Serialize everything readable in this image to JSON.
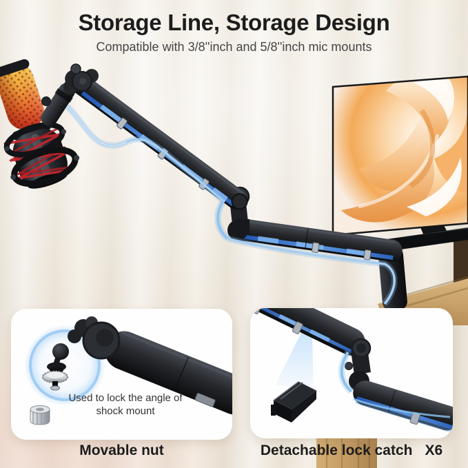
{
  "header": {
    "title": "Storage Line, Storage Design",
    "subtitle": "Compatible with 3/8''inch and 5/8''inch mic mounts"
  },
  "scene": {
    "microphone": "condenser-mic-with-red-shock-mount",
    "boom_arm": "two-section-low-profile-boom-arm",
    "cable": "blue-cable-routed-along-arm-channel",
    "monitor": "monitor-with-orange-flower-wallpaper",
    "desk": "desk-with-wooden-legs"
  },
  "callouts": {
    "movable_nut": {
      "note": "Used to lock the angle of shock mount",
      "label": "Movable nut"
    },
    "lock_catch": {
      "label": "Detachable lock catch",
      "quantity": "X6"
    }
  },
  "colors": {
    "background_cream": "#EFE9DF",
    "card_white": "#FFFFFF",
    "title_text": "#1D1D1D",
    "subtitle_text": "#454545",
    "cable_blue": "#A8CDEF",
    "led_blue": "#5D9AE8",
    "glow_ring_blue": "#A9D0F0",
    "arm_black": "#17181B",
    "grille_yellow": "#F8D24E",
    "grille_orange": "#F0903A",
    "grille_red": "#C6301F",
    "shock_mount_red": "#C2252B",
    "wood": "#C9A46D"
  }
}
